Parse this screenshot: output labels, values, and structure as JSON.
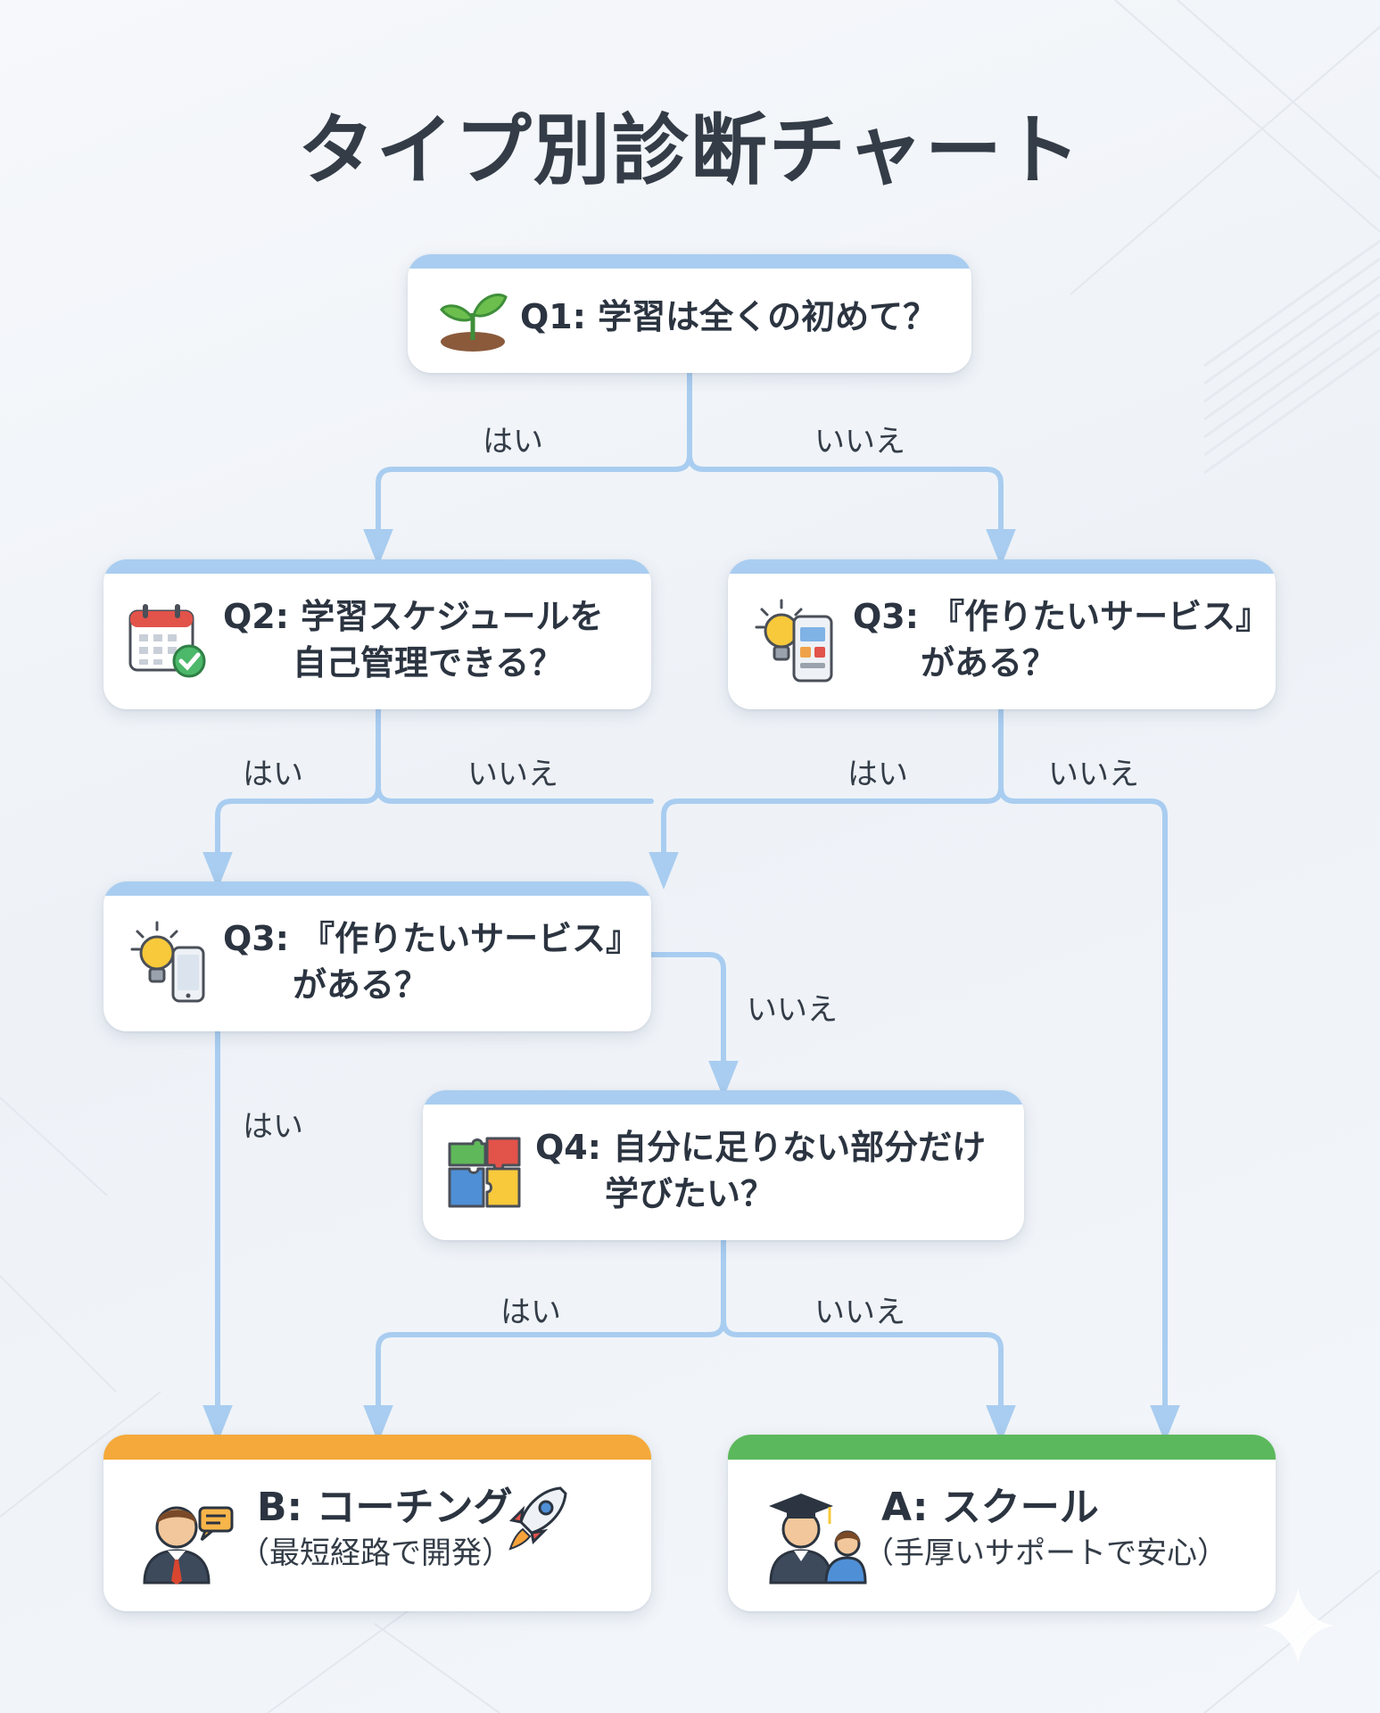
{
  "title": "タイプ別診断チャート",
  "nodes": {
    "q1": {
      "text": "Q1: 学習は全くの初めて？",
      "icon": "sprout-icon"
    },
    "q2": {
      "line1": "Q2: 学習スケジュールを",
      "line2": "自己管理できる？",
      "icon": "calendar-check-icon"
    },
    "q3_right": {
      "line1": "Q3: 『作りたいサービス』",
      "line2": "がある？",
      "icon": "lightbulb-app-icon"
    },
    "q3_left": {
      "line1": "Q3: 『作りたいサービス』",
      "line2": "がある？",
      "icon": "lightbulb-phone-icon"
    },
    "q4": {
      "line1": "Q4: 自分に足りない部分だけ",
      "line2": "学びたい？",
      "icon": "puzzle-icon"
    },
    "result_b": {
      "title": "B: コーチング",
      "subtitle": "（最短経路で開発）",
      "icon": "coach-icon",
      "accent": "#f4a93a"
    },
    "result_a": {
      "title": "A: スクール",
      "subtitle": "（手厚いサポートで安心）",
      "icon": "graduate-icon",
      "accent": "#5cb85c"
    }
  },
  "edge_labels": {
    "q1_yes": "はい",
    "q1_no": "いいえ",
    "q2_yes": "はい",
    "q2_no": "いいえ",
    "q3r_yes": "はい",
    "q3r_no": "いいえ",
    "q3l_no": "いいえ",
    "q3l_yes": "はい",
    "q4_yes": "はい",
    "q4_no": "いいえ"
  },
  "colors": {
    "connector": "#a9cdf0",
    "band": "#a9cdf0",
    "result_b": "#f4a93a",
    "result_a": "#5cb85c"
  }
}
